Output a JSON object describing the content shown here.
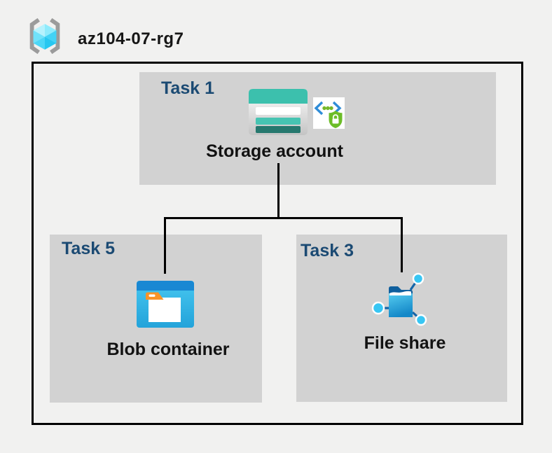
{
  "resource_group": {
    "name": "az104-07-rg7",
    "icon": "resource-group-icon"
  },
  "tasks": [
    {
      "id": "task1",
      "label": "Task 1",
      "resource": "Storage account",
      "icon": "storage-account-icon",
      "badge_icon": "secure-access-icon"
    },
    {
      "id": "task5",
      "label": "Task 5",
      "resource": "Blob container",
      "icon": "blob-container-icon"
    },
    {
      "id": "task3",
      "label": "Task 3",
      "resource": "File share",
      "icon": "file-share-icon"
    }
  ],
  "edges": [
    {
      "from": "Storage account",
      "to": "Blob container"
    },
    {
      "from": "Storage account",
      "to": "File share"
    }
  ],
  "colors": {
    "background": "#f1f1f0",
    "box_fill": "#d2d2d2",
    "boundary_border": "#000000",
    "task_label_blue": "#1b4a73",
    "caption_black": "#121212",
    "storage_teal": "#3cc0ad",
    "storage_teal_dark": "#26786e",
    "blob_top_blue": "#1988d3",
    "blob_cyan": "#35bce8",
    "folder_tab_orange": "#f79428",
    "file_share_dark_blue": "#0f5f9d",
    "file_share_cyan": "#38c6f3",
    "shield_green": "#6cbd28",
    "api_chevron_blue": "#2f8cd8",
    "bracket_gray": "#9b9b9b",
    "cube_cyan": "#4cd7f7"
  }
}
